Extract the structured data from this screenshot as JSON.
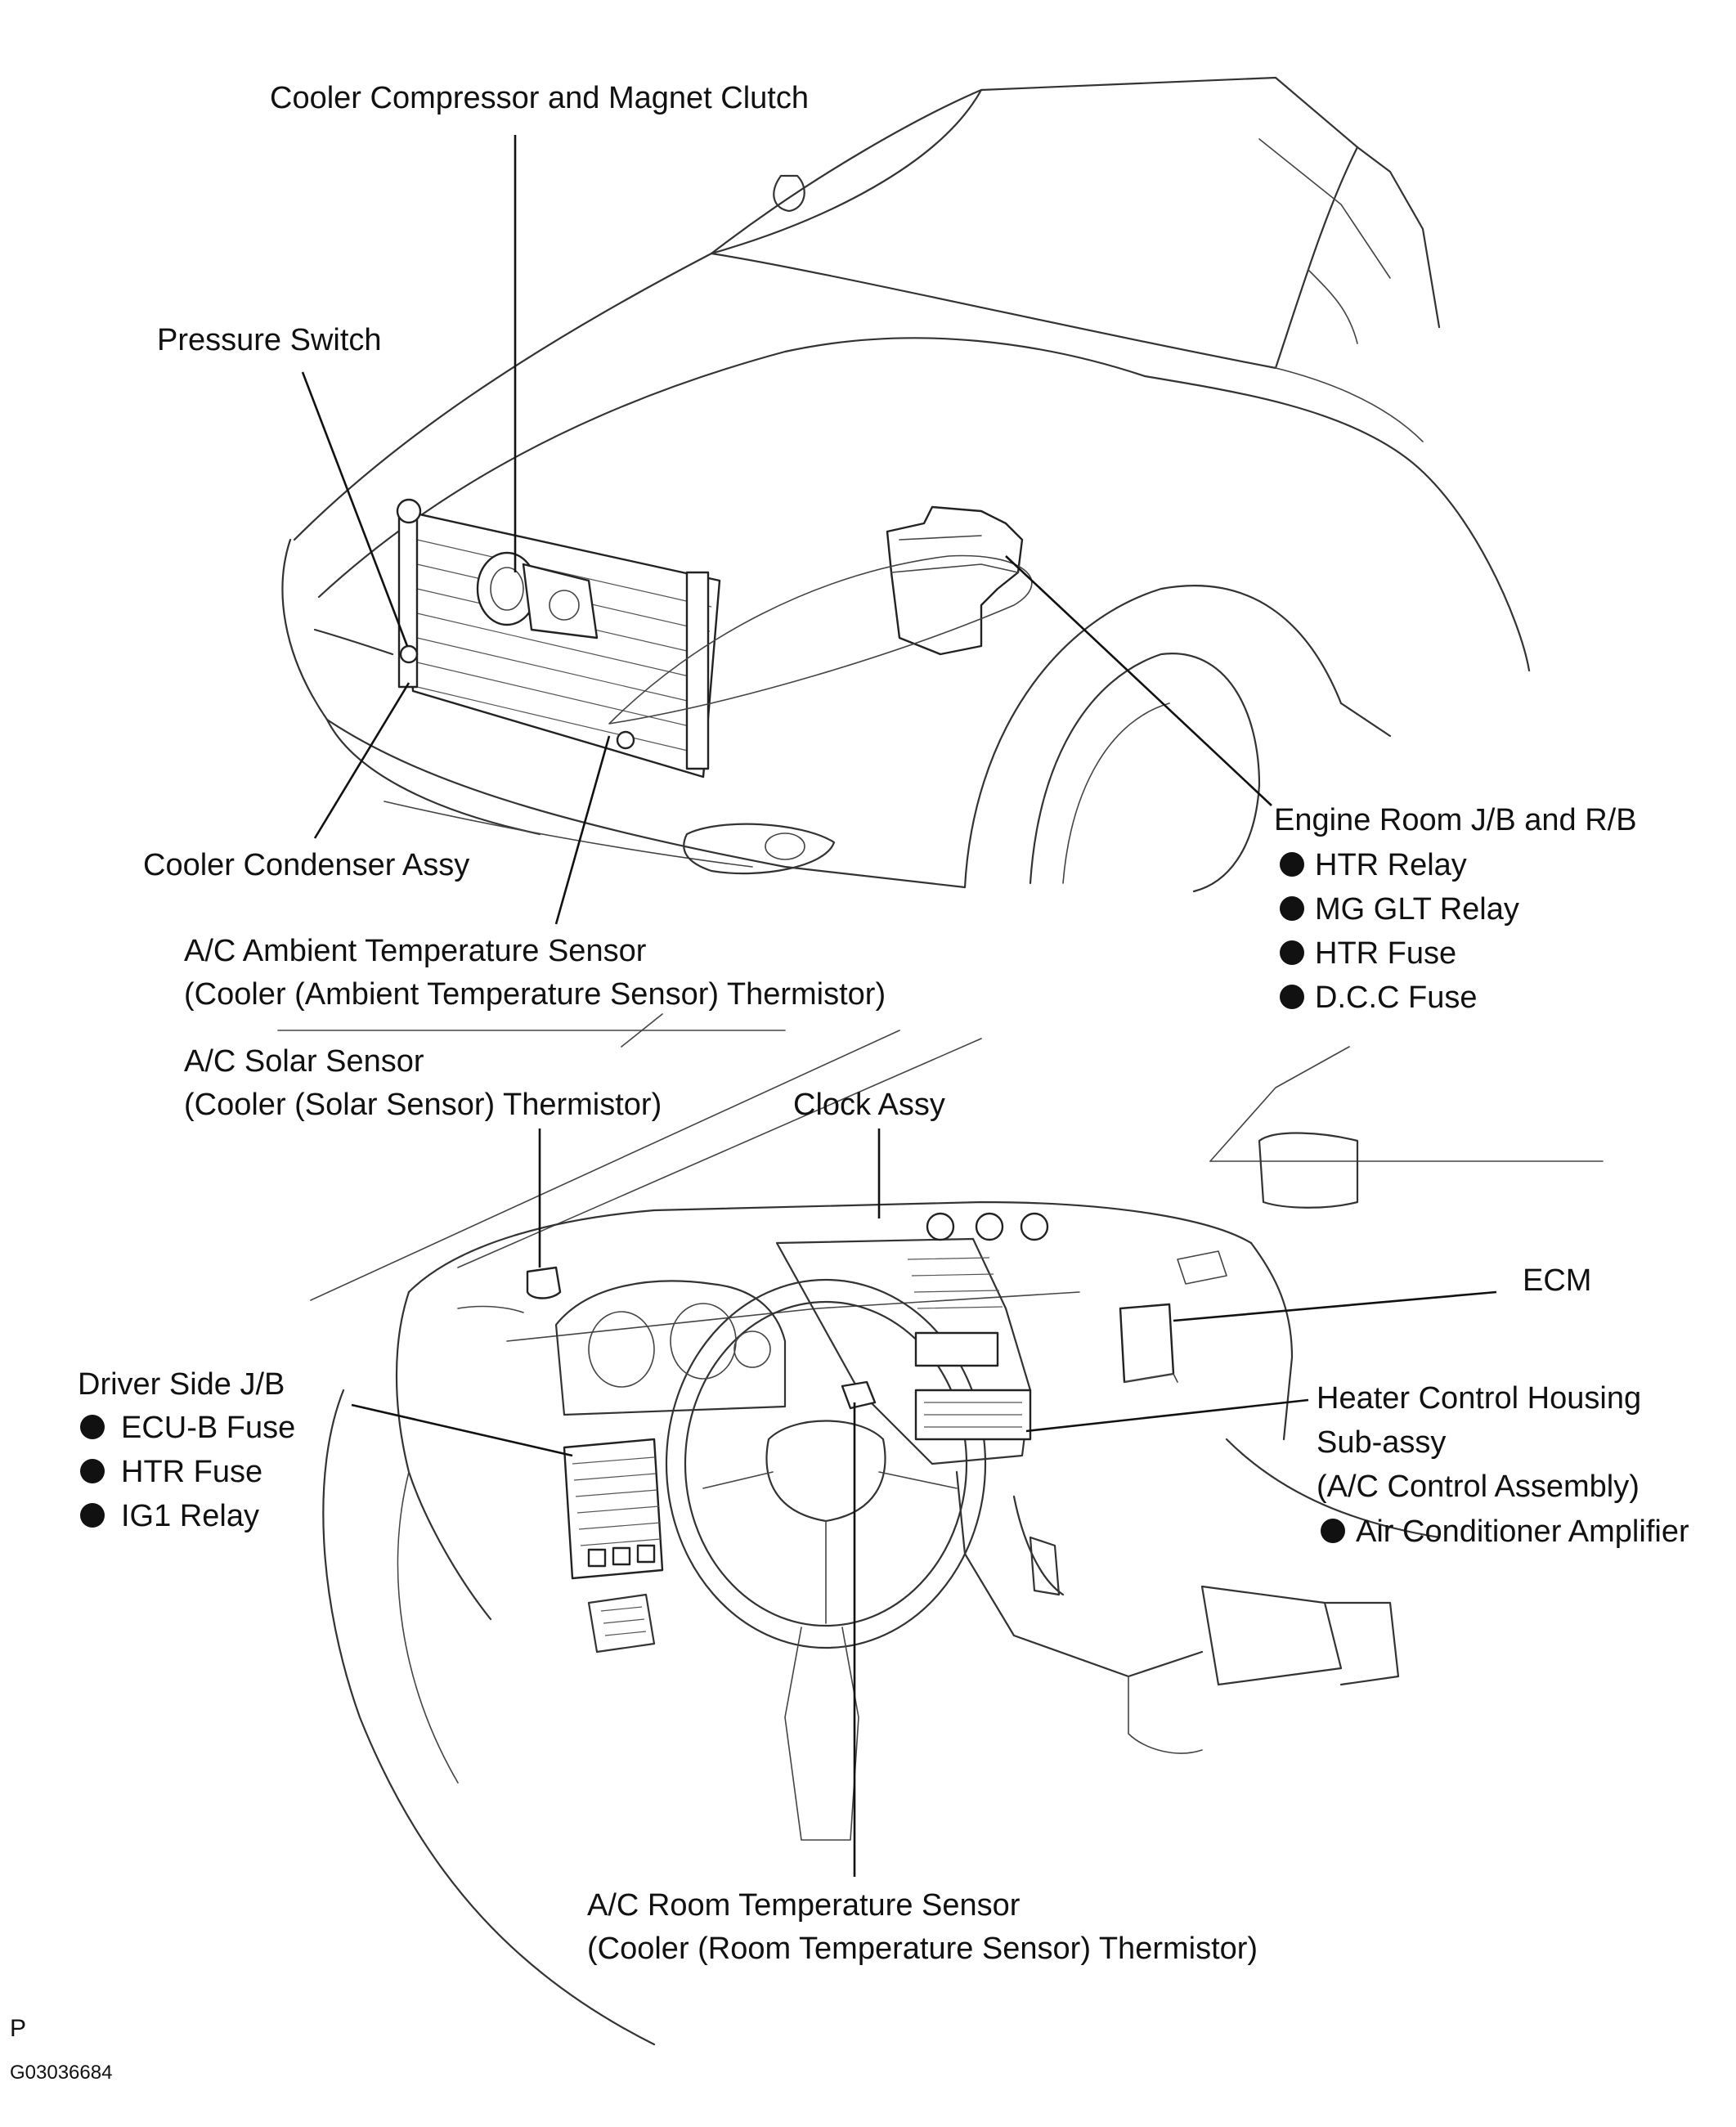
{
  "labels": {
    "compressor": "Cooler Compressor and Magnet Clutch",
    "pressure_switch": "Pressure Switch",
    "condenser": "Cooler Condenser Assy",
    "ambient_sensor_l1": "A/C Ambient Temperature Sensor",
    "ambient_sensor_l2": "(Cooler (Ambient Temperature Sensor) Thermistor)",
    "engine_room_jb": "Engine Room J/B and R/B",
    "engine_room_items": [
      "HTR Relay",
      "MG GLT Relay",
      "HTR Fuse",
      "D.C.C Fuse"
    ],
    "solar_sensor_l1": "A/C Solar Sensor",
    "solar_sensor_l2": "(Cooler (Solar Sensor) Thermistor)",
    "clock": "Clock Assy",
    "ecm": "ECM",
    "driver_jb": "Driver Side J/B",
    "driver_jb_items": [
      "ECU-B Fuse",
      "HTR Fuse",
      "IG1 Relay"
    ],
    "heater_l1": "Heater Control Housing",
    "heater_l2": "Sub-assy",
    "heater_l3": "(A/C Control Assembly)",
    "heater_items": [
      "Air Conditioner Amplifier"
    ],
    "room_sensor_l1": "A/C Room Temperature Sensor",
    "room_sensor_l2": "(Cooler (Room Temperature Sensor) Thermistor)"
  },
  "footer": {
    "page_letter": "P",
    "figure_id": "G03036684"
  }
}
